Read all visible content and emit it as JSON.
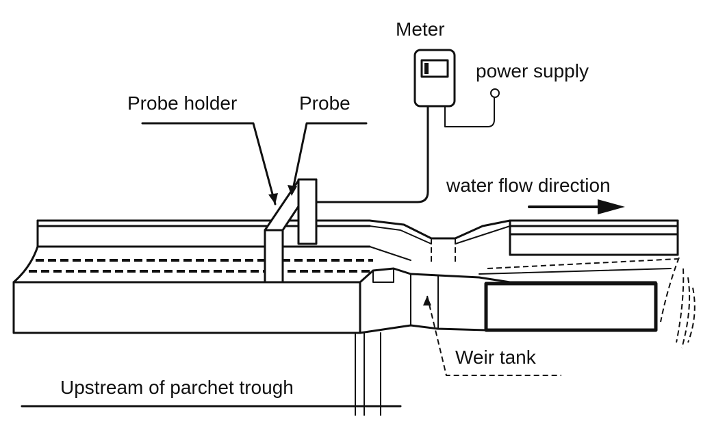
{
  "labels": {
    "meter": "Meter",
    "power_supply": "power supply",
    "probe_holder": "Probe holder",
    "probe": "Probe",
    "water_flow": "water flow direction",
    "weir_tank": "Weir tank",
    "upstream": "Upstream of parchet trough"
  },
  "colors": {
    "ink": "#111111",
    "background": "#ffffff"
  }
}
